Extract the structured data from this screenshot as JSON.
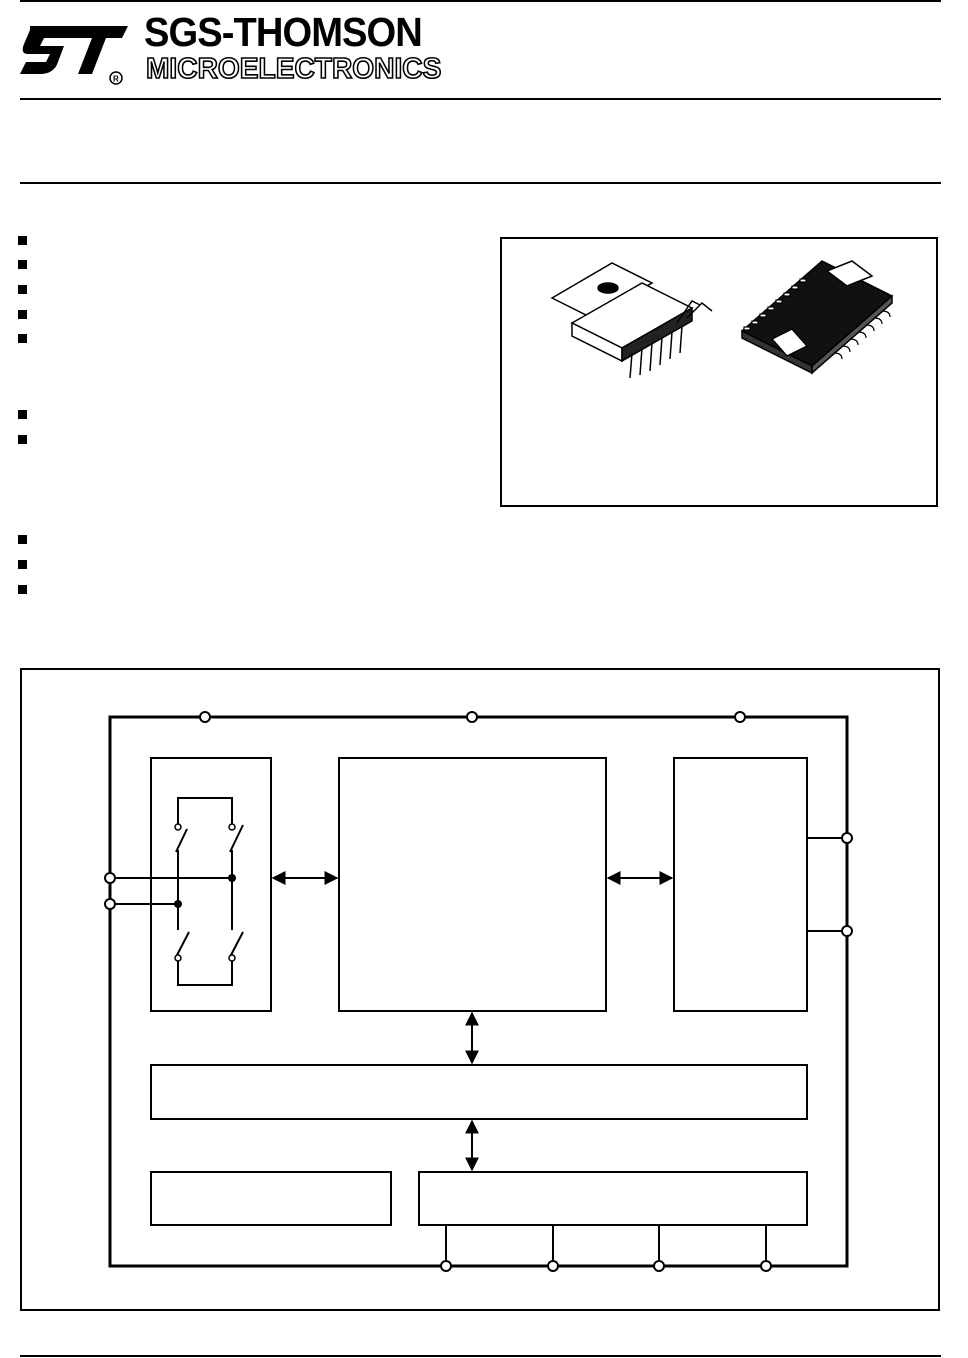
{
  "header": {
    "brand_name": "SGS-THOMSON",
    "brand_subtitle": "MICROELECTRONICS",
    "logo_name": "ST"
  },
  "feature_bullets": {
    "count_group_1": 5,
    "count_group_2": 2,
    "count_group_3": 3
  },
  "packages": {
    "items": [
      "multiwatt-package-image",
      "powerso-package-image"
    ]
  },
  "block_diagram": {
    "blocks": [
      "h-bridge-block",
      "logic-block",
      "output-block",
      "bus-block",
      "left-lower-block",
      "right-lower-block"
    ]
  }
}
